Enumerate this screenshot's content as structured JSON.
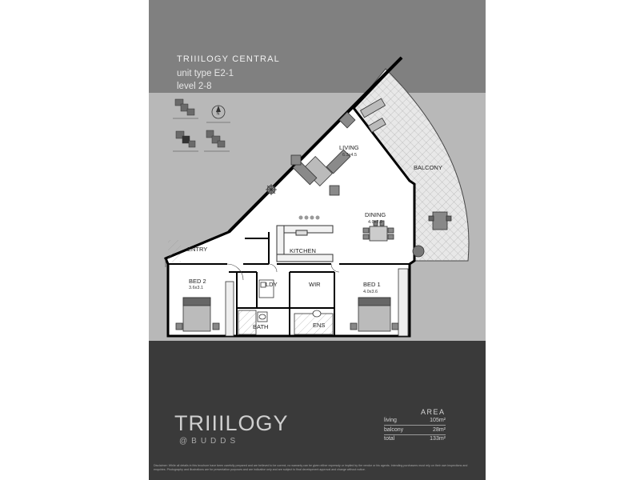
{
  "header": {
    "title": "TRIIILOGY CENTRAL",
    "unit_type": "unit type E2-1",
    "level": "level 2-8"
  },
  "compass": {
    "north_label": "N"
  },
  "rooms": {
    "living": {
      "label": "LIVING",
      "dims": "6.3x4.5"
    },
    "balcony": {
      "label": "BALCONY"
    },
    "dining": {
      "label": "DINING",
      "dims": "4.0x2.9"
    },
    "entry": {
      "label": "ENTRY"
    },
    "kitchen": {
      "label": "KITCHEN"
    },
    "bed2": {
      "label": "BED 2",
      "dims": "3.6x3.1"
    },
    "ldy": {
      "label": "LDY"
    },
    "wir": {
      "label": "WIR"
    },
    "bed1": {
      "label": "BED 1",
      "dims": "4.0x3.6"
    },
    "bath": {
      "label": "BATH"
    },
    "ens": {
      "label": "ENS"
    }
  },
  "logo": {
    "main": "TRIIILOGY",
    "sub": "@BUDDS"
  },
  "area": {
    "title": "AREA",
    "rows": [
      {
        "label": "living",
        "value": "105m²"
      },
      {
        "label": "balcony",
        "value": "28m²"
      },
      {
        "label": "total",
        "value": "133m²"
      }
    ]
  },
  "disclaimer": "Disclaimer: While all details in this brochure have been carefully prepared and are believed to be correct, no warranty can be given either expressly or implied by the vendor or his agents. Intending purchasers must rely on their own inspections and enquiries. Photography and illustrations are for presentation purposes and are indicative only and are subject to final development approval and change without notice."
}
